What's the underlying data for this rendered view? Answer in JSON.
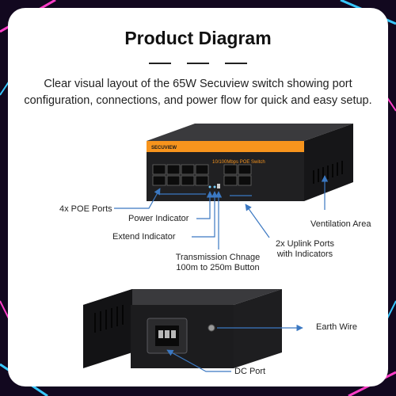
{
  "title": "Product Diagram",
  "subtitle": "Clear visual layout of the 65W Secuview switch showing port configuration, connections, and power flow for quick and easy setup.",
  "switch": {
    "brand": "SECUVIEW",
    "model": "10/100Mbps POE Switch"
  },
  "labels": {
    "poe_ports": "4x POE Ports",
    "power_indicator": "Power Indicator",
    "extend_indicator": "Extend Indicator",
    "transmission_line1": "Transmission Chnage",
    "transmission_line2": "100m to 250m Button",
    "uplink_line1": "2x Uplink Ports",
    "uplink_line2": "with Indicators",
    "ventilation": "Ventilation Area",
    "earth_wire": "Earth Wire",
    "dc_port": "DC Port"
  },
  "colors": {
    "accent_orange": "#f7941d",
    "callout_blue": "#3b78c2",
    "chassis": "#1c1c1e",
    "background_dark": "#12081f"
  }
}
